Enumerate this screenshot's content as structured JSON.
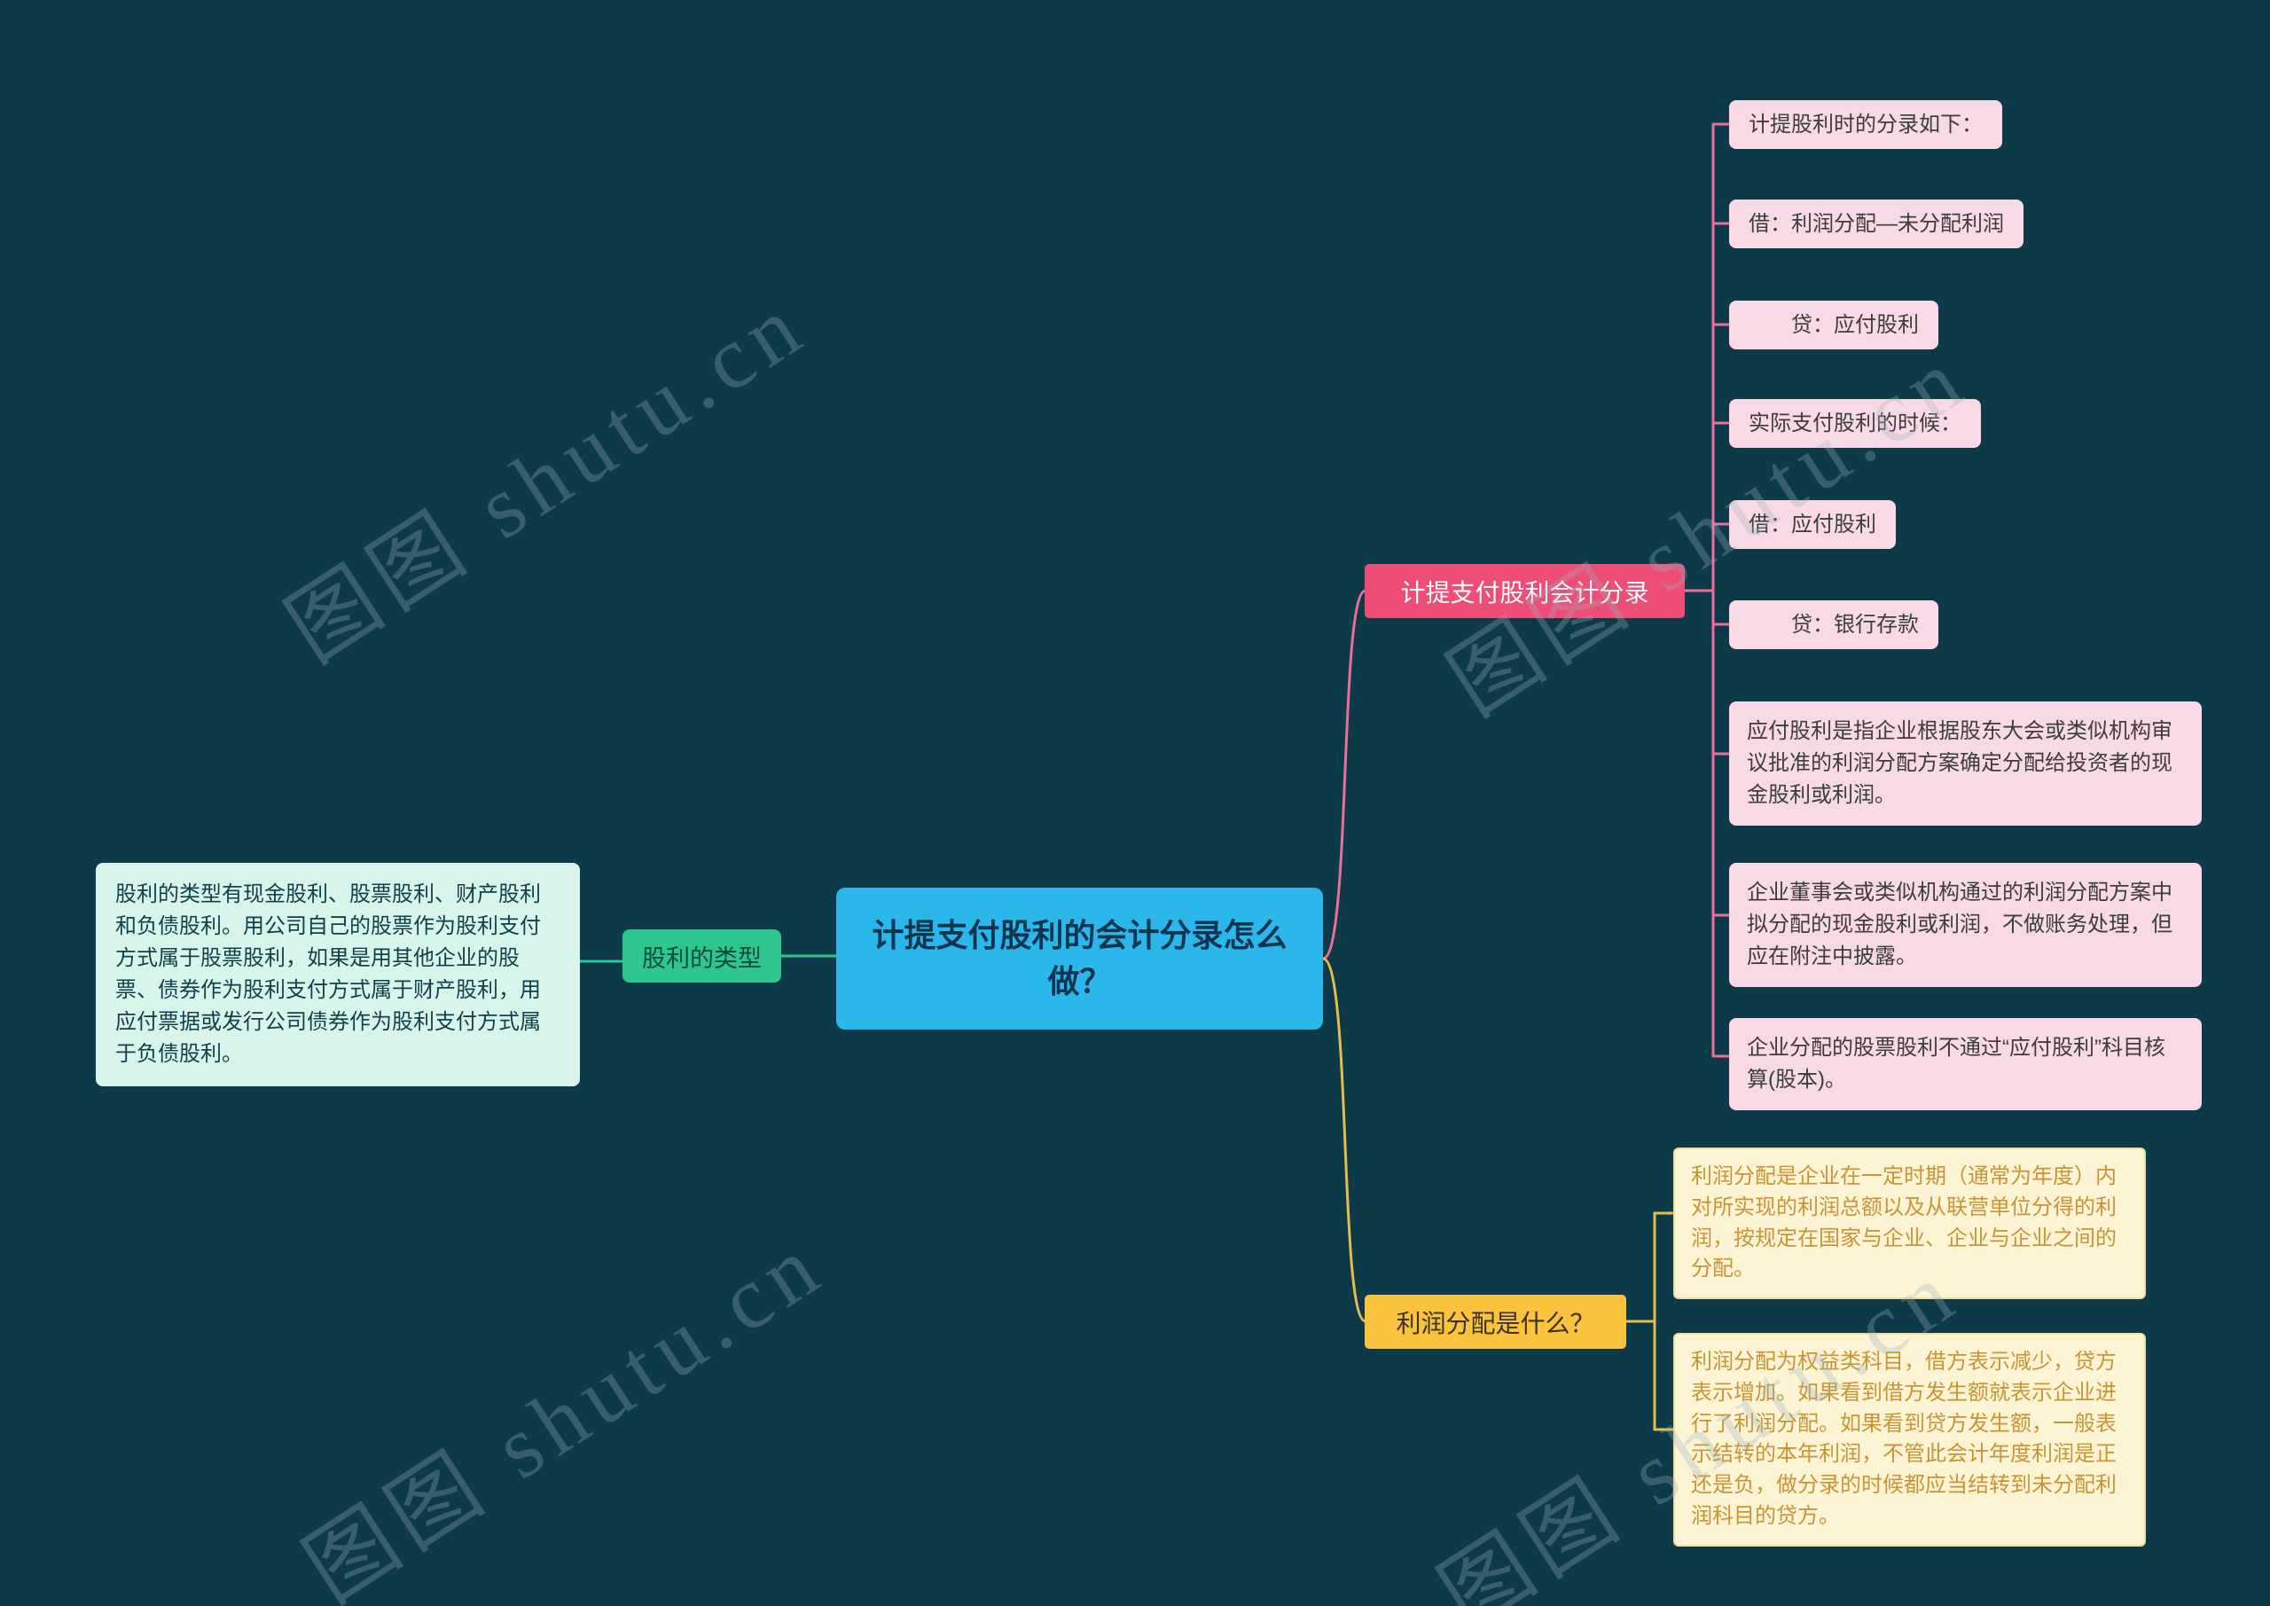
{
  "watermark": {
    "text": "图图 shutu.cn"
  },
  "center": {
    "text": "计提支付股利的会计分录怎么做？"
  },
  "left": {
    "node": "股利的类型",
    "detail": "股利的类型有现金股利、股票股利、财产股利和负债股利。用公司自己的股票作为股利支付方式属于股票股利，如果是用其他企业的股票、债券作为股利支付方式属于财产股利，用应付票据或发行公司债券作为股利支付方式属于负债股利。"
  },
  "pink": {
    "node": "计提支付股利会计分录",
    "items": [
      "计提股利时的分录如下：",
      "借：利润分配—未分配利润",
      "　　贷：应付股利",
      "实际支付股利的时候：",
      "借：应付股利",
      "　　贷：银行存款",
      "应付股利是指企业根据股东大会或类似机构审议批准的利润分配方案确定分配给投资者的现金股利或利润。",
      "企业董事会或类似机构通过的利润分配方案中拟分配的现金股利或利润，不做账务处理，但应在附注中披露。",
      "企业分配的股票股利不通过“应付股利”科目核算(股本)。"
    ]
  },
  "yellow": {
    "node": "利润分配是什么？",
    "items": [
      "利润分配是企业在一定时期（通常为年度）内对所实现的利润总额以及从联营单位分得的利润，按规定在国家与企业、企业与企业之间的分配。",
      "利润分配为权益类科目，借方表示减少，贷方表示增加。如果看到借方发生额就表示企业进行了利润分配。如果看到贷方发生额，一般表示结转的本年利润，不管此会计年度利润是正还是负，做分录的时候都应当结转到未分配利润科目的贷方。"
    ]
  },
  "colors": {
    "background": "#0d3a48",
    "center_blue": "#2bb7ea",
    "green": "#2ec68f",
    "mint": "#d9f4eb",
    "pink_node": "#ee4d75",
    "pink_leaf": "#f8d9e6",
    "pink_line": "#ec6f97",
    "yellow_node": "#f9c33e",
    "yellow_leaf": "#fdf4d5",
    "yellow_line": "#e5be52"
  }
}
